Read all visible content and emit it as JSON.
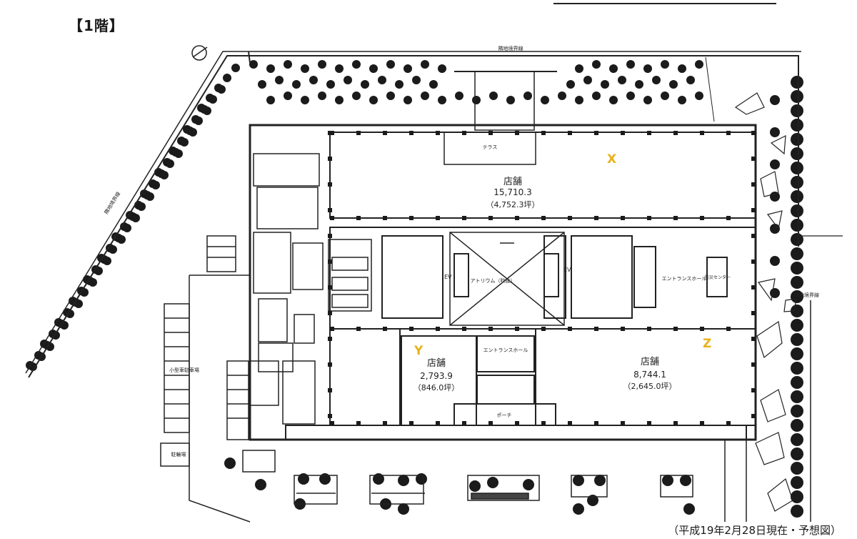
{
  "floor_title": "【1階】",
  "caption": "（平成19年2月28日現在・予想図）",
  "stores": [
    {
      "name": "店舗",
      "area_sqm": "15,710.3",
      "area_tsubo": "（4,752.3坪）"
    },
    {
      "name": "店舗",
      "area_sqm": "2,793.9",
      "area_tsubo": "（846.0坪）"
    },
    {
      "name": "店舗",
      "area_sqm": "8,744.1",
      "area_tsubo": "（2,645.0坪）"
    }
  ],
  "zones": [
    "X",
    "Y",
    "Z"
  ],
  "labels": {
    "atrium": "アトリウム（吹抜）",
    "ev_left": "EV",
    "ev_right": "EV",
    "entrance_hall_right": "エントランスホール",
    "entrance_hall_bottom": "エントランスホール",
    "terrace": "テラス",
    "porch": "ポーチ",
    "disaster_center": "防災センター",
    "road_north": "隣地境界線",
    "road_west": "隣地境界線",
    "road_east": "隣地境界線",
    "bicycle": "駐輪場",
    "parking_small": "小型車駐車場"
  },
  "colors": {
    "zone_label": "#e8b21a",
    "line": "#222222",
    "tree": "#1b1b1b"
  }
}
